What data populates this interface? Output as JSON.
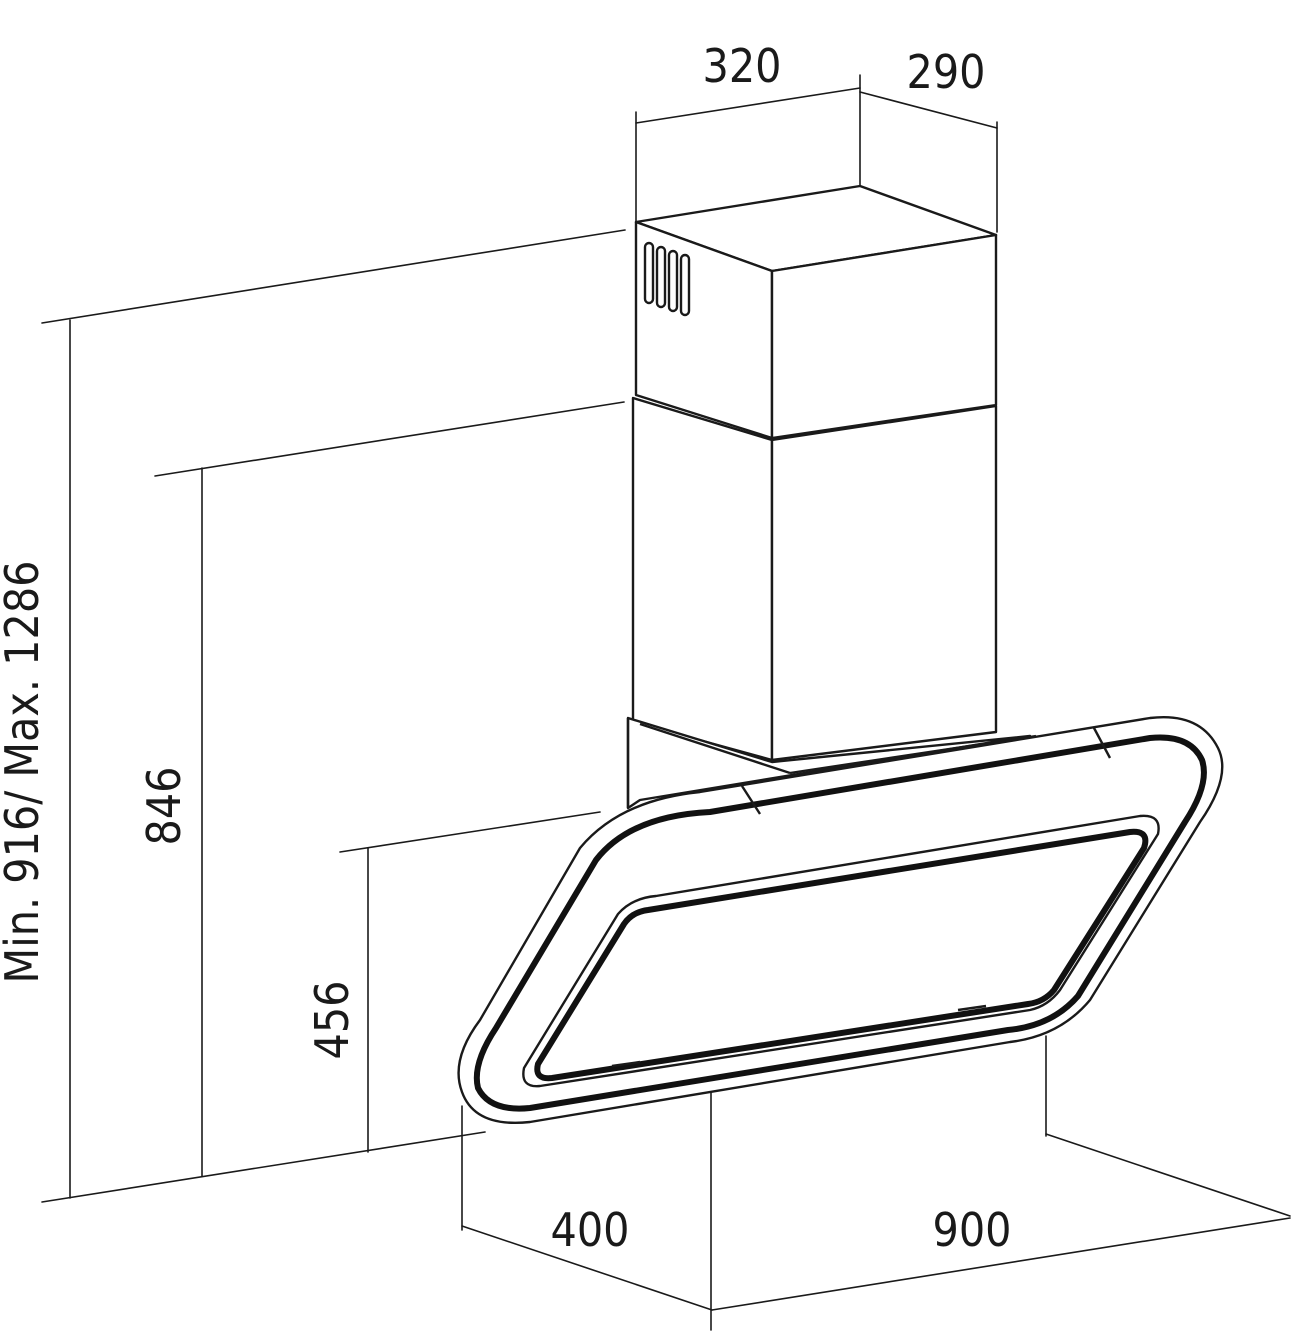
{
  "dimensions": {
    "width_top": "320",
    "depth_top": "290",
    "total_height": "Min. 916/ Max. 1286",
    "height_846": "846",
    "height_456": "456",
    "depth_bottom": "400",
    "width_bottom": "900"
  }
}
